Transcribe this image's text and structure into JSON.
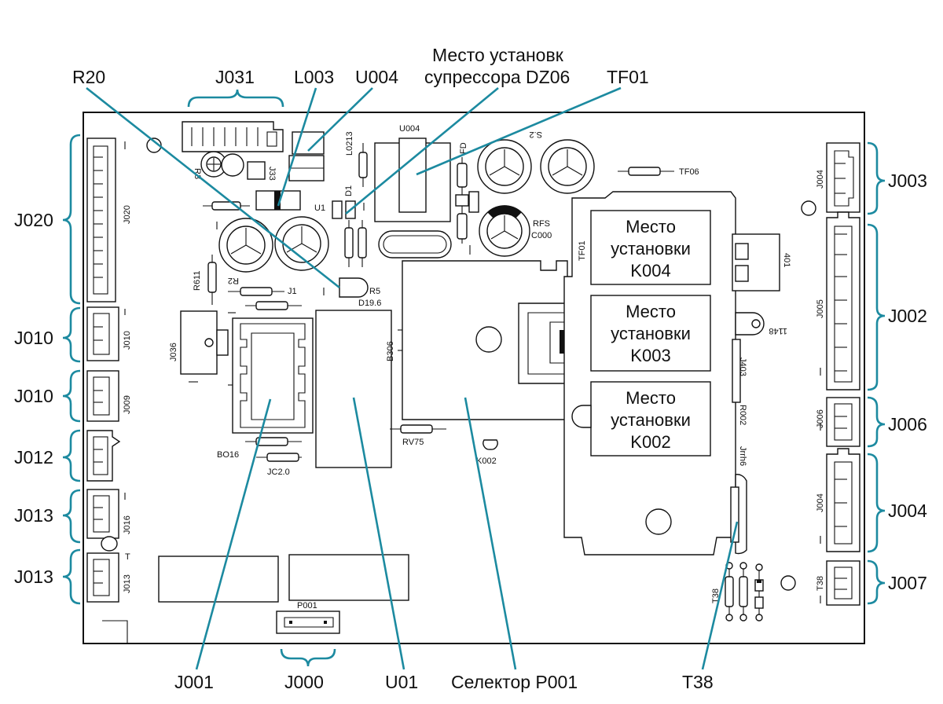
{
  "callouts": {
    "r20": "R20",
    "j031": "J031",
    "l003": "L003",
    "u004": "U004",
    "dz06_line1": "Место установк",
    "dz06_line2": "супрессора DZ06",
    "tf01": "TF01",
    "j020": "J020",
    "j010_a": "J010",
    "j010_b": "J010",
    "j012": "J012",
    "j013_a": "J013",
    "j013_b": "J013",
    "j003": "J003",
    "j002": "J002",
    "j006": "J006",
    "j004": "J004",
    "j007": "J007",
    "j001": "J001",
    "j000": "J000",
    "u01": "U01",
    "selector": "Селектор P001",
    "t38": "T38"
  },
  "relays": {
    "k004": {
      "line1": "Место",
      "line2": "установки",
      "line3": "K004"
    },
    "k003": {
      "line1": "Место",
      "line2": "установки",
      "line3": "K003"
    },
    "k002": {
      "line1": "Место",
      "line2": "установки",
      "line3": "K002"
    }
  },
  "silkscreen": {
    "j020": "J020",
    "j010": "J010",
    "j009": "J009",
    "j016": "J016",
    "j013": "J013",
    "j036": "J036",
    "r3": "R3",
    "j33": "J33",
    "u1": "U1",
    "d1": "D1",
    "l0213": "L0213",
    "u004": "U004",
    "fd": "FD",
    "r611": "R611",
    "r2": "R2",
    "j1": "J1",
    "r5": "R5",
    "d196": "D19.6",
    "b306": "B306",
    "rfs": "RFS",
    "c000": "C000",
    "tf01": "TF01",
    "tf06": "TF06",
    "rv75": "RV75",
    "k002": "K002",
    "bo16": "BO16",
    "jc20": "JC2.0",
    "p001": "P001",
    "j004_top": "J004",
    "j005": "J005",
    "j006": "J006",
    "j004_bot": "J004",
    "t38_a": "T38",
    "t38_b": "T38",
    "j403": "J403",
    "r002": "R002",
    "j116": "Jrrh6",
    "n1148": "1148",
    "n401": "401",
    "s2": "S.2"
  },
  "colors": {
    "leader": "#1c8aa0",
    "ink": "#111111",
    "board": "#ffffff"
  }
}
